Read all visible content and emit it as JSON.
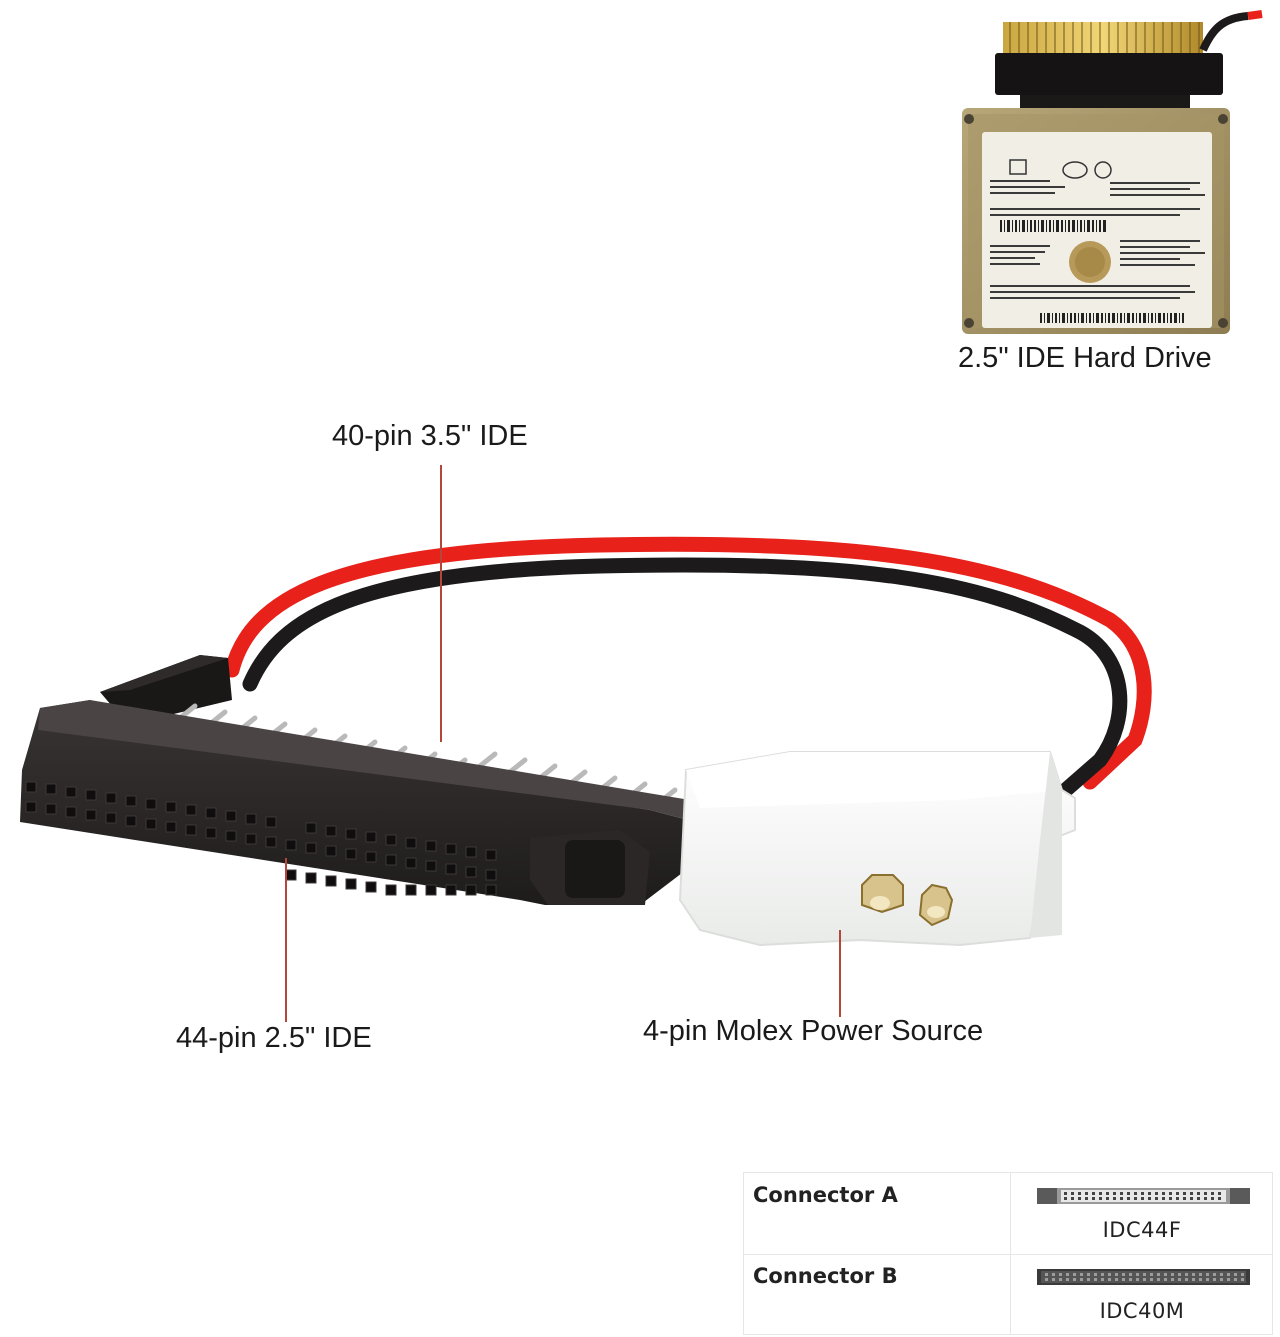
{
  "labels": {
    "hard_drive": "2.5\" IDE Hard Drive",
    "ide40": "40-pin 3.5\" IDE",
    "ide44": "44-pin 2.5\" IDE",
    "molex": "4-pin Molex Power Source"
  },
  "connector_table": {
    "rows": [
      {
        "name": "Connector A",
        "type": "IDC44F"
      },
      {
        "name": "Connector B",
        "type": "IDC40M"
      }
    ]
  },
  "colors": {
    "cable_red": "#e8221a",
    "cable_black": "#1c1a1a",
    "connector_body": "#2a2626",
    "molex_body": "#f7f7f5",
    "drive_label": "#f1eee6",
    "callout_line": "#b5473a"
  },
  "icons": [
    "hard-drive-photo",
    "adapter-cable-photo",
    "idc44-connector-icon",
    "idc40-connector-icon"
  ]
}
